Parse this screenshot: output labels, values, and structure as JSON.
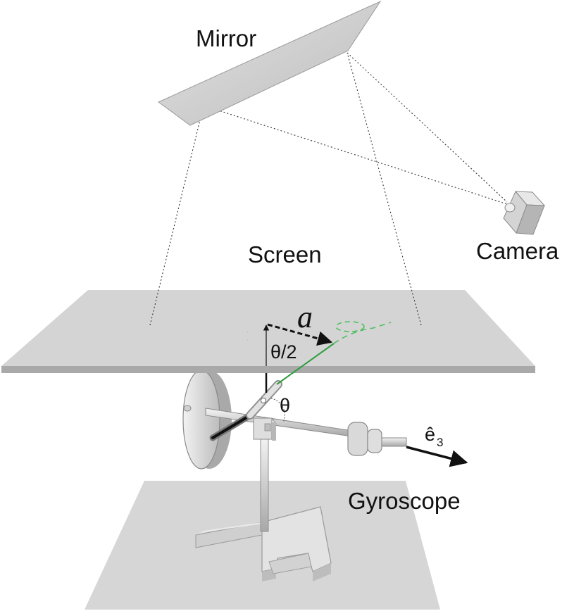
{
  "labels": {
    "mirror": "Mirror",
    "screen": "Screen",
    "camera": "Camera",
    "gyroscope": "Gyroscope",
    "vector_a": "a",
    "half_angle": "θ/2",
    "angle": "θ",
    "axis_symbol": "ê",
    "axis_subscript": "3"
  },
  "colors": {
    "surface": "#d4d4d4",
    "surface_edge": "#a9a9a9",
    "laser": "#2e9e3e",
    "ink": "#111111"
  }
}
